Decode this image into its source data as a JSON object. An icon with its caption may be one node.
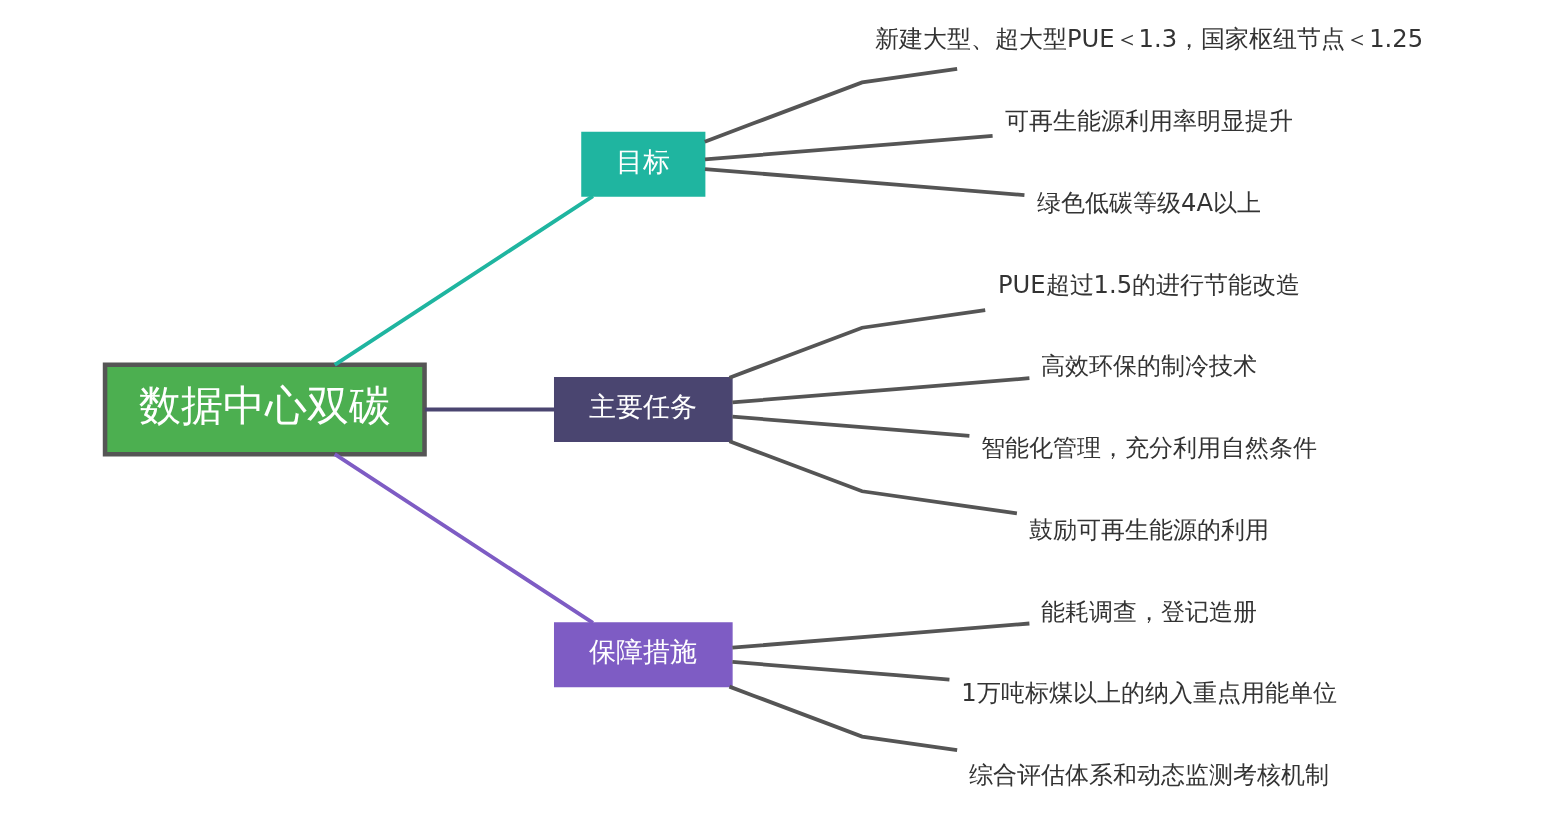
{
  "diagram": {
    "nodes": [
      {
        "text": [
          "数据中心双碳"
        ]
      },
      {
        "text": [
          "目标"
        ]
      },
      {
        "text": [
          "主要任务"
        ]
      },
      {
        "text": [
          "保障措施"
        ]
      },
      {
        "text": [
          "新建大型、超大型PUE＜1.3，国家枢纽节点＜1.25"
        ]
      },
      {
        "text": [
          "可再生能源利用率明显提升"
        ]
      },
      {
        "text": [
          "绿色低碳等级4A以上"
        ]
      },
      {
        "text": [
          "PUE超过1.5的进行节能改造"
        ]
      },
      {
        "text": [
          "高效环保的制冷技术"
        ]
      },
      {
        "text": [
          "智能化管理，充分利用自然条件"
        ]
      },
      {
        "text": [
          "鼓励可再生能源的利用"
        ]
      },
      {
        "text": [
          "能耗调查，登记造册"
        ]
      },
      {
        "text": [
          "1万吨标煤以上的纳入重点用能单位"
        ]
      },
      {
        "text": [
          "综合评估体系和动态监测考核机制"
        ]
      }
    ],
    "edges": [
      {
        "from": 0,
        "to": 1,
        "arrow": "none",
        "color": "#1fb5a0"
      },
      {
        "from": 0,
        "to": 2,
        "arrow": "none",
        "color": "#4a4570"
      },
      {
        "from": 0,
        "to": 3,
        "arrow": "none",
        "color": "#7e5cc4"
      },
      {
        "from": 1,
        "to": 4,
        "arrow": "none"
      },
      {
        "from": 1,
        "to": 5,
        "arrow": "none"
      },
      {
        "from": 1,
        "to": 6,
        "arrow": "none"
      },
      {
        "from": 2,
        "to": 7,
        "arrow": "none"
      },
      {
        "from": 2,
        "to": 8,
        "arrow": "none"
      },
      {
        "from": 2,
        "to": 9,
        "arrow": "none"
      },
      {
        "from": 2,
        "to": 10,
        "arrow": "none"
      },
      {
        "from": 3,
        "to": 11,
        "arrow": "none"
      },
      {
        "from": 3,
        "to": 12,
        "arrow": "none"
      },
      {
        "from": 3,
        "to": 13,
        "arrow": "none"
      }
    ]
  }
}
